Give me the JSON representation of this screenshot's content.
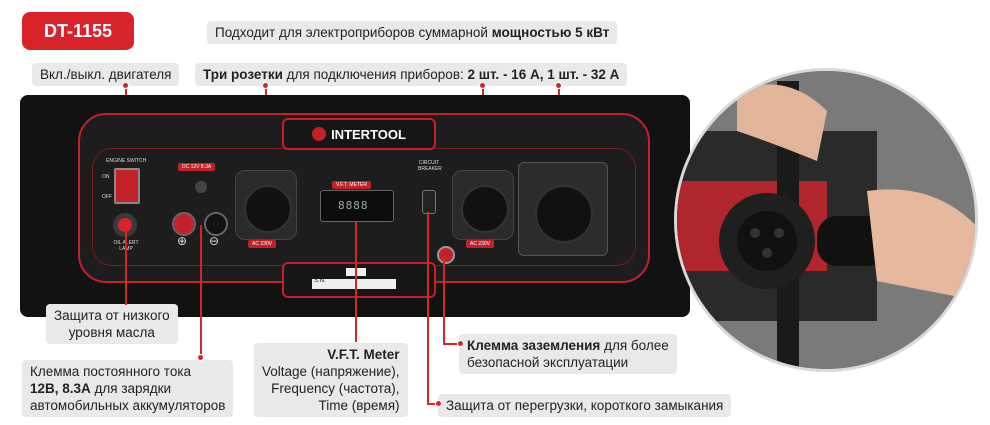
{
  "model_badge": "DT-1155",
  "headline": {
    "pre": "Подходит для электроприборов суммарной ",
    "strong": "мощностью 5 кВт"
  },
  "callouts": {
    "engine_switch": "Вкл./выкл. двигателя",
    "sockets": {
      "strong1": "Три розетки",
      "text1": " для подключения приборов: ",
      "strong2": "2 шт. - 16 А, 1 шт. - 32 А"
    },
    "oil": {
      "line1": "Защита от низкого",
      "line2": "уровня масла"
    },
    "dc": {
      "line1": "Клемма постоянного тока",
      "strong": "12В, 8.3А",
      "line2_rest": " для зарядки",
      "line3": "автомобильных аккумуляторов"
    },
    "meter": {
      "title": "V.F.T. Meter",
      "line1": "Voltage (напряжение),",
      "line2": "Frequency (частота),",
      "line3": "Time (время)"
    },
    "ground": {
      "strong": "Клемма заземления",
      "line1_rest": " для более",
      "line2": "безопасной эксплуатации"
    },
    "breaker": "Защита от перегрузки, короткого замыкания"
  },
  "panel": {
    "logo": "INTERTOOL",
    "engine_switch_label": "ENGINE SWITCH",
    "on": "ON",
    "off": "OFF",
    "oil_alert": "OIL ALERT LAMP",
    "dc_tag": "DC 12V 8.3A",
    "ac_tag": "AC 230V",
    "vft_tag": "V.F.T. METER",
    "meter_reading": "8888",
    "breaker_label": "CIRCUIT BREAKER",
    "sn_label": "S.N.",
    "plus": "⊕",
    "minus": "⊖"
  },
  "colors": {
    "accent": "#d8232a",
    "panel": "#121212",
    "callout_bg": "#e9e9e9"
  }
}
